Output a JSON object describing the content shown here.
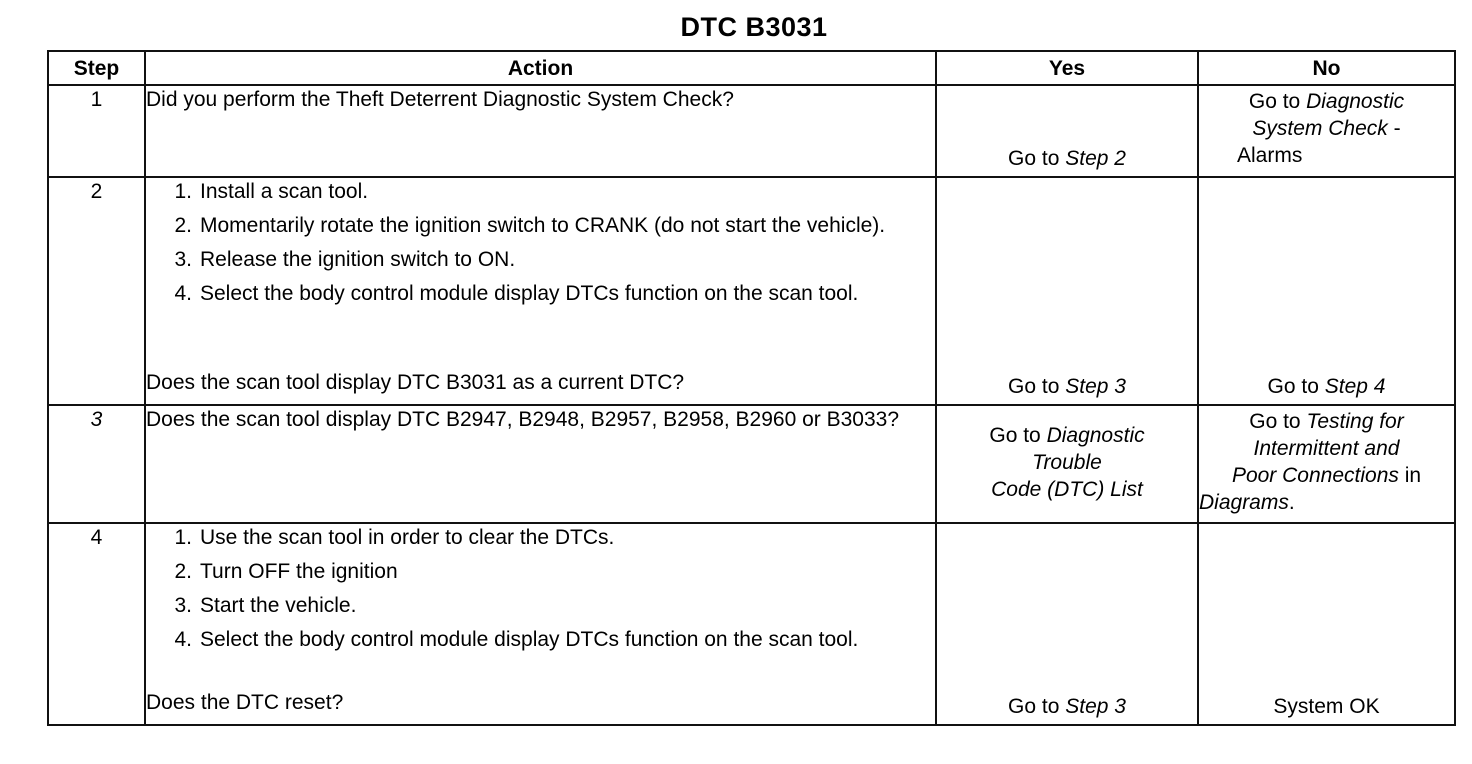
{
  "title": "DTC B3031",
  "headers": {
    "step": "Step",
    "action": "Action",
    "yes": "Yes",
    "no": "No"
  },
  "rows": [
    {
      "step": "1",
      "question": "Did you perform the Theft Deterrent Diagnostic System Check?",
      "yes": {
        "prefix": "Go to ",
        "link": "Step 2"
      },
      "no": {
        "prefix": "Go to ",
        "link_line1": "Diagnostic",
        "link_line2": "System Check",
        "suffix": " -",
        "line3": "Alarms"
      }
    },
    {
      "step": "2",
      "steps": [
        {
          "num": "1.",
          "text": "Install a scan tool."
        },
        {
          "num": "2.",
          "text": "Momentarily rotate the ignition switch to CRANK (do not start the vehicle)."
        },
        {
          "num": "3.",
          "text": "Release the ignition switch to ON."
        },
        {
          "num": "4.",
          "text": "Select the body control module display DTCs function on the scan tool."
        }
      ],
      "question": "Does the scan tool display DTC B3031 as a current DTC?",
      "yes": {
        "prefix": "Go to ",
        "link": "Step 3"
      },
      "no": {
        "prefix": "Go to ",
        "link": "Step 4"
      }
    },
    {
      "step": "3",
      "question": "Does the scan tool display DTC B2947, B2948, B2957, B2958, B2960 or B3033?",
      "yes": {
        "prefix": "Go to ",
        "link_line1": "Diagnostic",
        "link_line2": "Trouble",
        "link_line3": "Code (DTC) List"
      },
      "no": {
        "prefix": "Go to ",
        "link_line1": "Testing for",
        "link_line2": "Intermittent and",
        "link_line3": "Poor Connections",
        "suffix3": " in",
        "link_line4": "Diagrams",
        "suffix4": "."
      }
    },
    {
      "step": "4",
      "steps": [
        {
          "num": "1.",
          "text": "Use the scan tool in order to clear the DTCs."
        },
        {
          "num": "2.",
          "text": "Turn OFF the ignition"
        },
        {
          "num": "3.",
          "text": "Start the vehicle."
        },
        {
          "num": "4.",
          "text": "Select the body control module display DTCs function on the scan tool."
        }
      ],
      "question": "Does the DTC reset?",
      "yes": {
        "prefix": "Go to ",
        "link": "Step 3"
      },
      "no": {
        "text": "System OK"
      }
    }
  ]
}
